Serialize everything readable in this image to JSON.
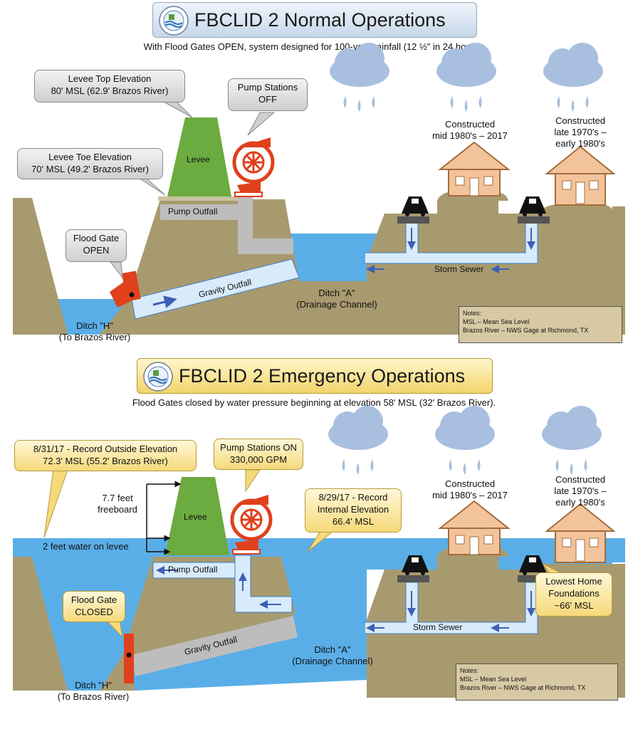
{
  "normal": {
    "title": "FBCLID 2 Normal Operations",
    "subtitle": "With Flood Gates OPEN, system designed for 100-year rainfall (12 ½\" in 24 hours).",
    "callouts": {
      "levee_top_1": "Levee Top Elevation",
      "levee_top_2": "80' MSL (62.9' Brazos River)",
      "levee_toe_1": "Levee Toe Elevation",
      "levee_toe_2": "70' MSL (49.2' Brazos River)",
      "pump_1": "Pump Stations",
      "pump_2": "OFF",
      "gate_1": "Flood Gate",
      "gate_2": "OPEN"
    },
    "labels": {
      "levee": "Levee",
      "pump_outfall": "Pump Outfall",
      "gravity_outfall": "Gravity Outfall",
      "storm_sewer": "Storm Sewer",
      "ditch_a_1": "Ditch \"A\"",
      "ditch_a_2": "(Drainage Channel)",
      "ditch_h_1": "Ditch \"H\"",
      "ditch_h_2": "(To Brazos River)",
      "house1_1": "Constructed",
      "house1_2": "mid 1980's – 2017",
      "house2_1": "Constructed",
      "house2_2": "late 1970's –",
      "house2_3": "early 1980's"
    },
    "notes": [
      "Notes:",
      "MSL – Mean Sea Level",
      "Brazos River – NWS Gage at Richmond, TX"
    ]
  },
  "emergency": {
    "title": "FBCLID 2 Emergency Operations",
    "subtitle": "Flood Gates closed by water pressure beginning at elevation 58' MSL (32' Brazos River).",
    "callouts": {
      "outside_1": "8/31/17 - Record Outside Elevation",
      "outside_2": "72.3' MSL (55.2' Brazos River)",
      "pump_1": "Pump Stations ON",
      "pump_2": "330,000 GPM",
      "internal_1": "8/29/17 - Record",
      "internal_2": "Internal Elevation",
      "internal_3": "66.4' MSL",
      "gate_1": "Flood Gate",
      "gate_2": "CLOSED",
      "lowest_1": "Lowest Home",
      "lowest_2": "Foundations",
      "lowest_3": "~66' MSL"
    },
    "labels": {
      "levee": "Levee",
      "freeboard_1": "7.7 feet",
      "freeboard_2": "freeboard",
      "water_on_levee": "2 feet water on levee",
      "pump_outfall": "Pump Outfall",
      "gravity_outfall": "Gravity Outfall",
      "storm_sewer": "Storm Sewer",
      "ditch_a_1": "Ditch \"A\"",
      "ditch_a_2": "(Drainage Channel)",
      "ditch_h_1": "Ditch \"H\"",
      "ditch_h_2": "(To Brazos River)",
      "house1_1": "Constructed",
      "house1_2": "mid 1980's – 2017",
      "house2_1": "Constructed",
      "house2_2": "late 1970's –",
      "house2_3": "early 1980's"
    },
    "notes": [
      "Notes:",
      "MSL – Mean Sea Level",
      "Brazos River – NWS Gage at Richmond, TX"
    ]
  },
  "colors": {
    "ground": "#a89a6f",
    "water": "#5aaee8",
    "levee": "#6cab3f",
    "gate": "#e0401c",
    "pump": "#e0401c",
    "cloud": "#a9bfdf",
    "house": "#f3c49b",
    "pipe_gray": "#bdbdbd",
    "pipe_blue": "#d8ebfa"
  }
}
